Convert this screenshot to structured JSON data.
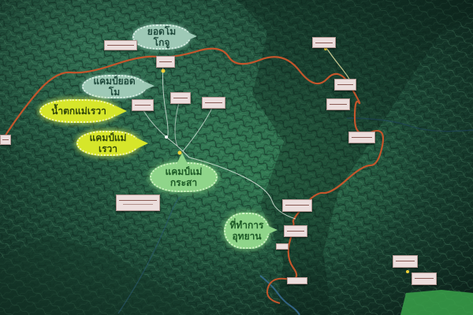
{
  "map": {
    "accent_colors": {
      "trail": "#c3562c",
      "river": "#3a6f9a",
      "callout_yellow": "#d6e62a",
      "callout_green": "#8fd58a",
      "callout_pale": "#9ec9b6"
    },
    "labels": [
      {
        "text": "ยอดโมโกจู",
        "style": "pale"
      },
      {
        "text": "แคมป์ยอดโม",
        "style": "pale"
      },
      {
        "text": "น้ำตกแม่เรวา",
        "style": "yellow"
      },
      {
        "text": "แคมป์แม่เรวา",
        "style": "yellow"
      },
      {
        "text": "แคมป์แม่กระสา",
        "style": "green"
      },
      {
        "text": "ที่ทำการ อุทยาน",
        "style": "green"
      }
    ],
    "signs": [
      {
        "name": "sign-yodmo-peak"
      },
      {
        "name": "sign-yodmo-camp"
      },
      {
        "name": "sign-center-1"
      },
      {
        "name": "sign-center-2"
      },
      {
        "name": "sign-center-3"
      },
      {
        "name": "sign-east-1"
      },
      {
        "name": "sign-east-2"
      },
      {
        "name": "sign-east-3"
      },
      {
        "name": "sign-east-4"
      },
      {
        "name": "sign-south-1"
      },
      {
        "name": "sign-hq"
      },
      {
        "name": "sign-bottom-left"
      },
      {
        "name": "sign-far-right-1"
      },
      {
        "name": "sign-far-right-2"
      },
      {
        "name": "sign-left-edge"
      }
    ]
  }
}
